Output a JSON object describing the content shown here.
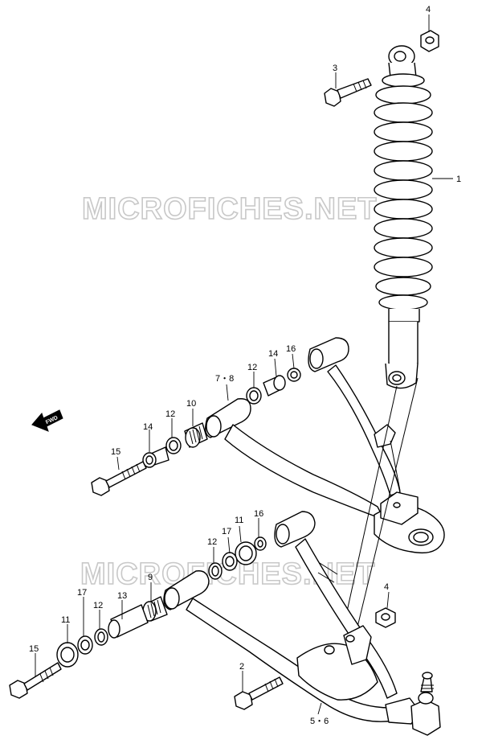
{
  "watermark": {
    "text": "MICROFICHES.NET"
  },
  "fwd_arrow": {
    "label": "FWD"
  },
  "callouts": [
    {
      "id": "c4-top",
      "text": "4"
    },
    {
      "id": "c3",
      "text": "3"
    },
    {
      "id": "c1",
      "text": "1"
    },
    {
      "id": "c16-upper",
      "text": "16"
    },
    {
      "id": "c14-upper",
      "text": "14"
    },
    {
      "id": "c12-upper",
      "text": "12"
    },
    {
      "id": "c7-8",
      "text": "7・8"
    },
    {
      "id": "c10",
      "text": "10"
    },
    {
      "id": "c12-mid",
      "text": "12"
    },
    {
      "id": "c14-left",
      "text": "14"
    },
    {
      "id": "c15-upper",
      "text": "15"
    },
    {
      "id": "c11-upper",
      "text": "11"
    },
    {
      "id": "c16-lower",
      "text": "16"
    },
    {
      "id": "c17-upper",
      "text": "17"
    },
    {
      "id": "c12-lower",
      "text": "12"
    },
    {
      "id": "c9",
      "text": "9"
    },
    {
      "id": "c13",
      "text": "13"
    },
    {
      "id": "c12-left",
      "text": "12"
    },
    {
      "id": "c17-left",
      "text": "17"
    },
    {
      "id": "c11-left",
      "text": "11"
    },
    {
      "id": "c4-lower",
      "text": "4"
    },
    {
      "id": "c15-lower",
      "text": "15"
    },
    {
      "id": "c2",
      "text": "2"
    },
    {
      "id": "c5-6",
      "text": "5・6"
    }
  ]
}
